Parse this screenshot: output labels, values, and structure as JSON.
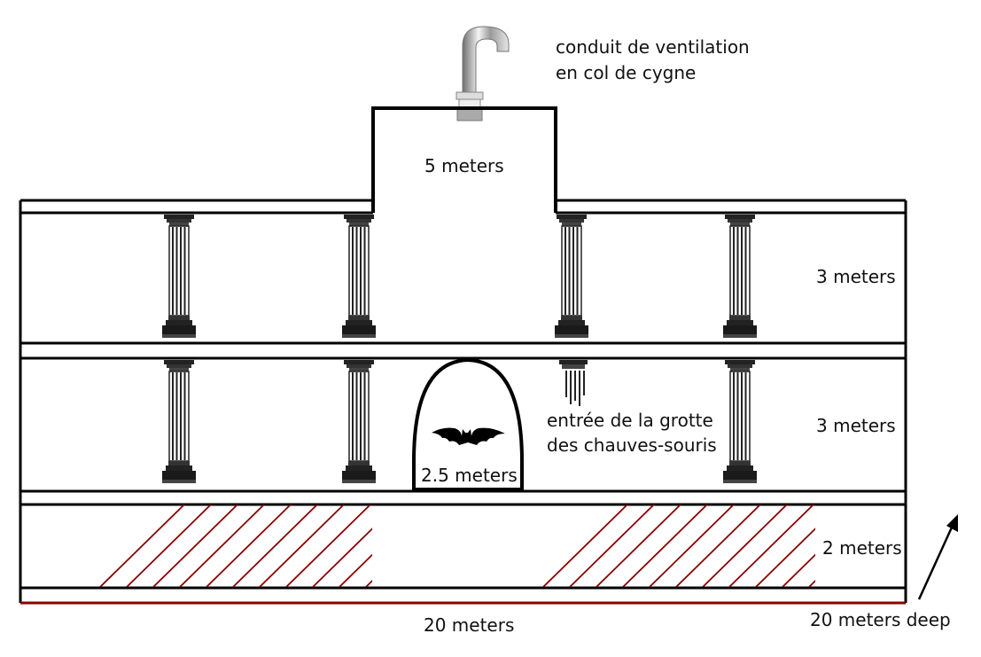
{
  "labels": {
    "vent": "conduit de ventilation\nen col de cygne",
    "tower_height": "5 meters",
    "level1_height": "3 meters",
    "level2_height": "3 meters",
    "base_height": "2 meters",
    "arch_height": "2.5 meters",
    "cave_entrance": "entrée de la grotte\ndes chauves-souris",
    "width": "20 meters",
    "depth": "20 meters deep"
  },
  "colors": {
    "outline": "#000000",
    "hatch": "#8b0000",
    "base_line": "#8b0000",
    "column_dark": "#222222",
    "pipe": "#b8b8b8"
  },
  "icons": [
    "gooseneck-vent-pipe-icon",
    "bat-icon",
    "column-icon",
    "depth-arrow-icon"
  ]
}
